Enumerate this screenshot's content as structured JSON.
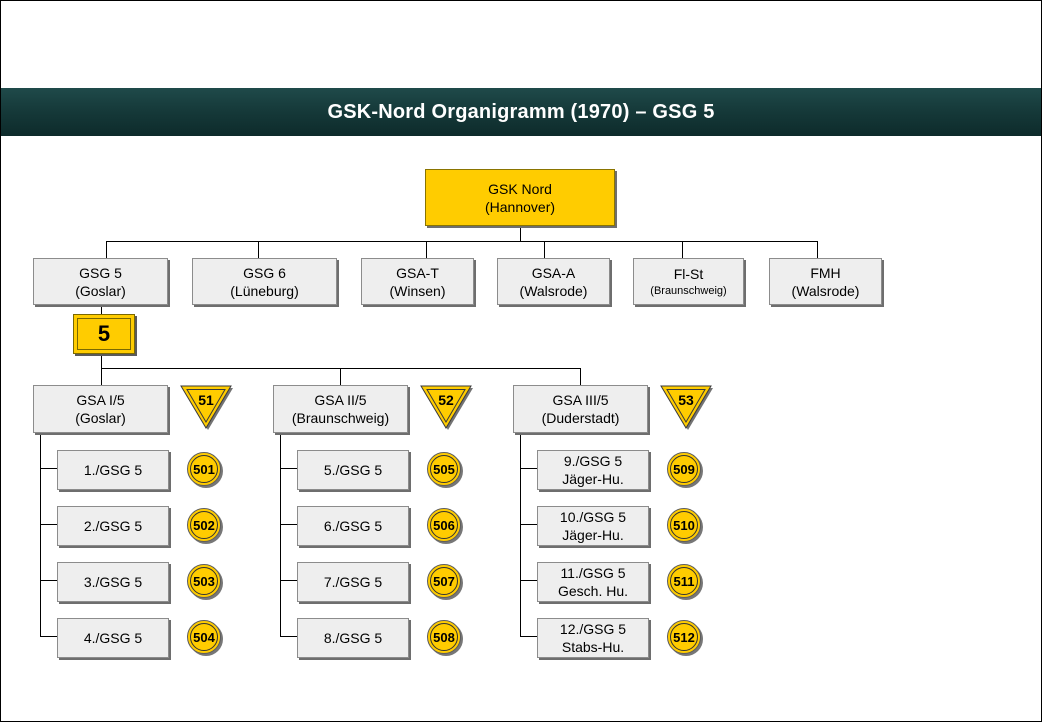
{
  "title": "GSK-Nord Organigramm (1970) – GSG 5",
  "colors": {
    "header": "#163a3a",
    "accent": "#ffcc00",
    "box": "#eeeeee"
  },
  "top": {
    "line1": "GSK Nord",
    "line2": "(Hannover)"
  },
  "units": [
    {
      "line1": "GSG 5",
      "line2": "(Goslar)"
    },
    {
      "line1": "GSG 6",
      "line2": "(Lüneburg)"
    },
    {
      "line1": "GSA-T",
      "line2": "(Winsen)"
    },
    {
      "line1": "GSA-A",
      "line2": "(Walsrode)"
    },
    {
      "line1": "Fl-St",
      "line2": "(Braunschweig)"
    },
    {
      "line1": "FMH",
      "line2": "(Walsrode)"
    }
  ],
  "gsg_badge": "5",
  "divisions": [
    {
      "line1": "GSA I/5",
      "line2": "(Goslar)",
      "badge": "51"
    },
    {
      "line1": "GSA II/5",
      "line2": "(Braunschweig)",
      "badge": "52"
    },
    {
      "line1": "GSA III/5",
      "line2": "(Duderstadt)",
      "badge": "53"
    }
  ],
  "companies": [
    [
      {
        "line1": "1./GSG 5",
        "line2": "",
        "badge": "501"
      },
      {
        "line1": "2./GSG 5",
        "line2": "",
        "badge": "502"
      },
      {
        "line1": "3./GSG 5",
        "line2": "",
        "badge": "503"
      },
      {
        "line1": "4./GSG 5",
        "line2": "",
        "badge": "504"
      }
    ],
    [
      {
        "line1": "5./GSG 5",
        "line2": "",
        "badge": "505"
      },
      {
        "line1": "6./GSG 5",
        "line2": "",
        "badge": "506"
      },
      {
        "line1": "7./GSG 5",
        "line2": "",
        "badge": "507"
      },
      {
        "line1": "8./GSG 5",
        "line2": "",
        "badge": "508"
      }
    ],
    [
      {
        "line1": "9./GSG 5",
        "line2": "Jäger-Hu.",
        "badge": "509"
      },
      {
        "line1": "10./GSG 5",
        "line2": "Jäger-Hu.",
        "badge": "510"
      },
      {
        "line1": "11./GSG 5",
        "line2": "Gesch. Hu.",
        "badge": "511"
      },
      {
        "line1": "12./GSG 5",
        "line2": "Stabs-Hu.",
        "badge": "512"
      }
    ]
  ]
}
